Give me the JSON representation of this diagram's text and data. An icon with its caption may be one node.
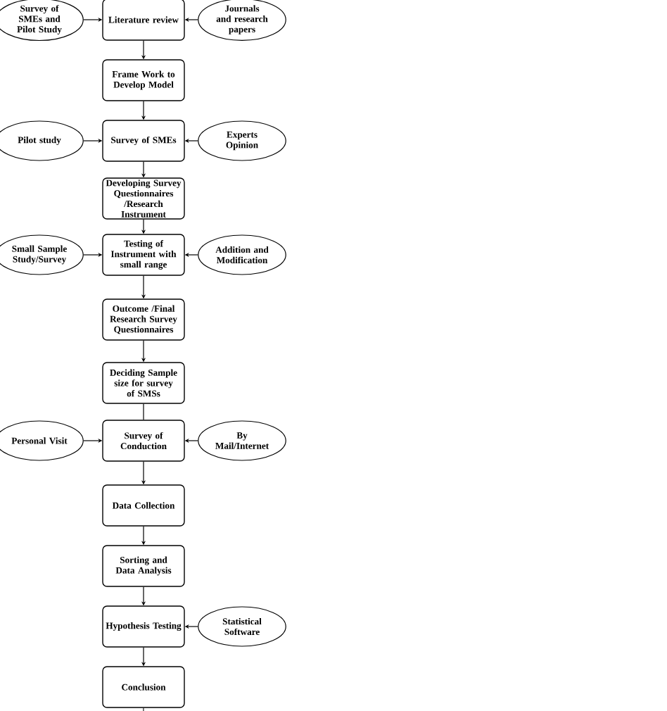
{
  "diagram": {
    "nodes": [
      {
        "text": [
          "Survey of SMEs and Pilot Study"
        ]
      },
      {
        "text": [
          "Literature review"
        ]
      },
      {
        "text": [
          "Journals and research papers"
        ]
      },
      {
        "text": [
          "Frame Work to Develop Model"
        ]
      },
      {
        "text": [
          "Pilot study"
        ]
      },
      {
        "text": [
          "Survey of SMEs"
        ]
      },
      {
        "text": [
          "Experts Opinion"
        ]
      },
      {
        "text": [
          "Developing Survey Questionnaires /Research Instrument"
        ]
      },
      {
        "text": [
          "Small Sample Study/Survey"
        ]
      },
      {
        "text": [
          "Testing of Instrument with small range"
        ]
      },
      {
        "text": [
          "Addition and Modification"
        ]
      },
      {
        "text": [
          "Outcome /Final Research Survey Questionnaires"
        ]
      },
      {
        "text": [
          "Deciding Sample size for survey of SMSs"
        ]
      },
      {
        "text": [
          "Personal Visit"
        ]
      },
      {
        "text": [
          "Survey of Conduction"
        ]
      },
      {
        "text": [
          "By Mail/Internet"
        ]
      },
      {
        "text": [
          "Data Collection"
        ]
      },
      {
        "text": [
          "Sorting and Data Analysis"
        ]
      },
      {
        "text": [
          "Hypothesis Testing"
        ]
      },
      {
        "text": [
          "Statistical Software"
        ]
      },
      {
        "text": [
          "Conclusion"
        ]
      }
    ],
    "edges": [
      {
        "from": 0,
        "to": 1,
        "arrow": "to"
      },
      {
        "from": 2,
        "to": 1,
        "arrow": "to"
      },
      {
        "from": 1,
        "to": 3,
        "arrow": "to"
      },
      {
        "from": 3,
        "to": 5,
        "arrow": "to"
      },
      {
        "from": 4,
        "to": 5,
        "arrow": "to"
      },
      {
        "from": 6,
        "to": 5,
        "arrow": "to"
      },
      {
        "from": 5,
        "to": 7,
        "arrow": "to"
      },
      {
        "from": 7,
        "to": 9,
        "arrow": "to"
      },
      {
        "from": 8,
        "to": 9,
        "arrow": "to"
      },
      {
        "from": 10,
        "to": 9,
        "arrow": "to"
      },
      {
        "from": 9,
        "to": 11,
        "arrow": "to"
      },
      {
        "from": 11,
        "to": 12,
        "arrow": "to"
      },
      {
        "from": 12,
        "to": 14,
        "arrow": "none"
      },
      {
        "from": 13,
        "to": 14,
        "arrow": "to"
      },
      {
        "from": 15,
        "to": 14,
        "arrow": "to"
      },
      {
        "from": 14,
        "to": 16,
        "arrow": "to"
      },
      {
        "from": 16,
        "to": 17,
        "arrow": "to"
      },
      {
        "from": 17,
        "to": 18,
        "arrow": "to"
      },
      {
        "from": 19,
        "to": 18,
        "arrow": "to"
      },
      {
        "from": 18,
        "to": 20,
        "arrow": "to"
      },
      {
        "from": 20,
        "to": null,
        "arrow": "none"
      }
    ]
  }
}
